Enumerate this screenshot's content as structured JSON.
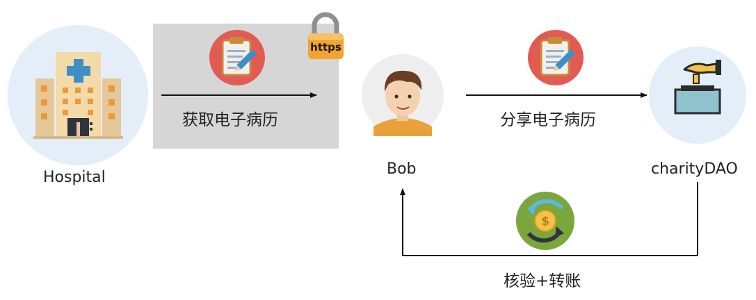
{
  "nodes": {
    "hospital": {
      "label": "Hospital"
    },
    "bob": {
      "label": "Bob"
    },
    "charity": {
      "label": "charityDAO"
    }
  },
  "edges": {
    "get_record": {
      "label": "获取电子病历"
    },
    "share_record": {
      "label": "分享电子病历"
    },
    "verify_transfer": {
      "label": "核验+转账"
    }
  },
  "badges": {
    "https": {
      "label": "https"
    }
  },
  "colors": {
    "node_circle": "#e3eef9",
    "secure_channel_bg": "#d6d6d6",
    "clipboard_circle": "#e15b52",
    "coin_circle": "#7aa63b",
    "lock_body": "#f2a42e"
  }
}
